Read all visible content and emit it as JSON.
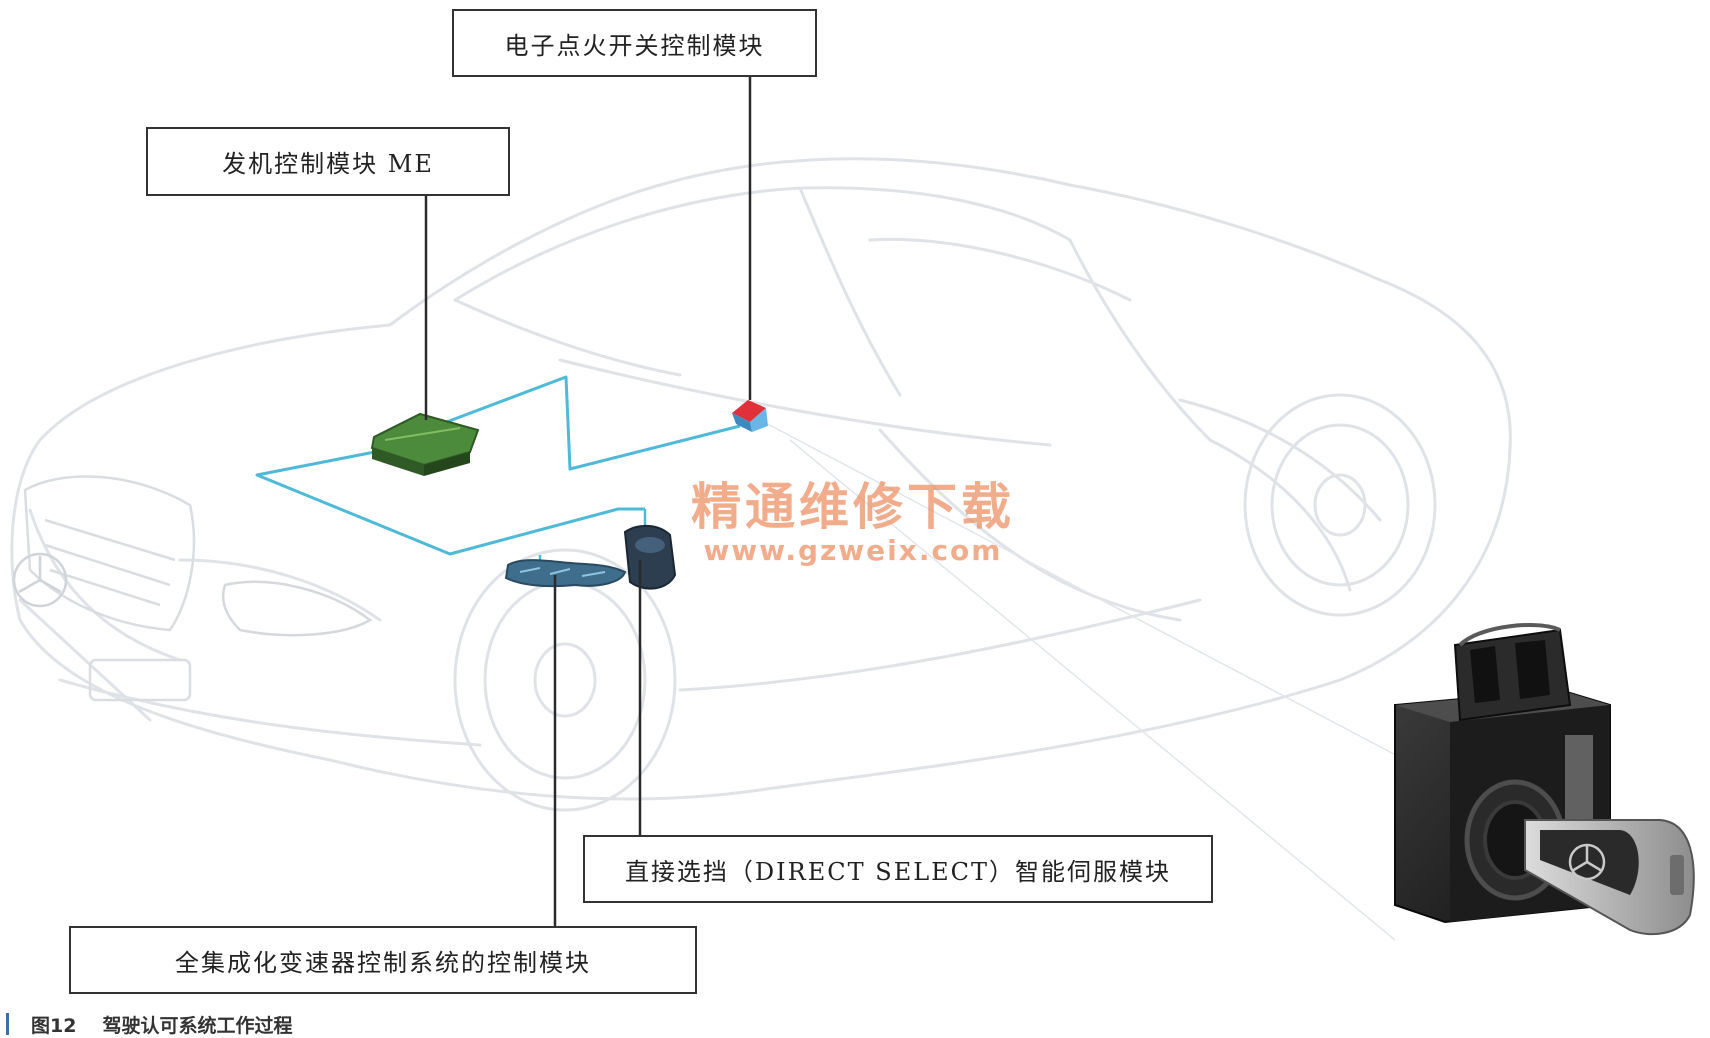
{
  "labels": {
    "ignition_switch_module": "电子点火开关控制模块",
    "engine_control_module": "发机控制模块 ME",
    "direct_select_module": "直接选挡（DIRECT SELECT）智能伺服模块",
    "transmission_control_module": "全集成化变速器控制系统的控制模块"
  },
  "watermark": {
    "title": "精通维修下载",
    "url": "www.gzweix.com"
  },
  "caption": {
    "figure_number": "图12",
    "title": "驾驶认可系统工作过程"
  },
  "colors": {
    "network_line": "#4fb9d8",
    "callout_line": "#2a2a2a",
    "engine_module": "#4c8a3c",
    "ignition_module_red": "#e0303a",
    "ignition_module_blue": "#6ab6e6",
    "transmission_module": "#3f6d8c",
    "direct_select_module": "#2c3e50",
    "watermark": "#ec8c5f"
  }
}
